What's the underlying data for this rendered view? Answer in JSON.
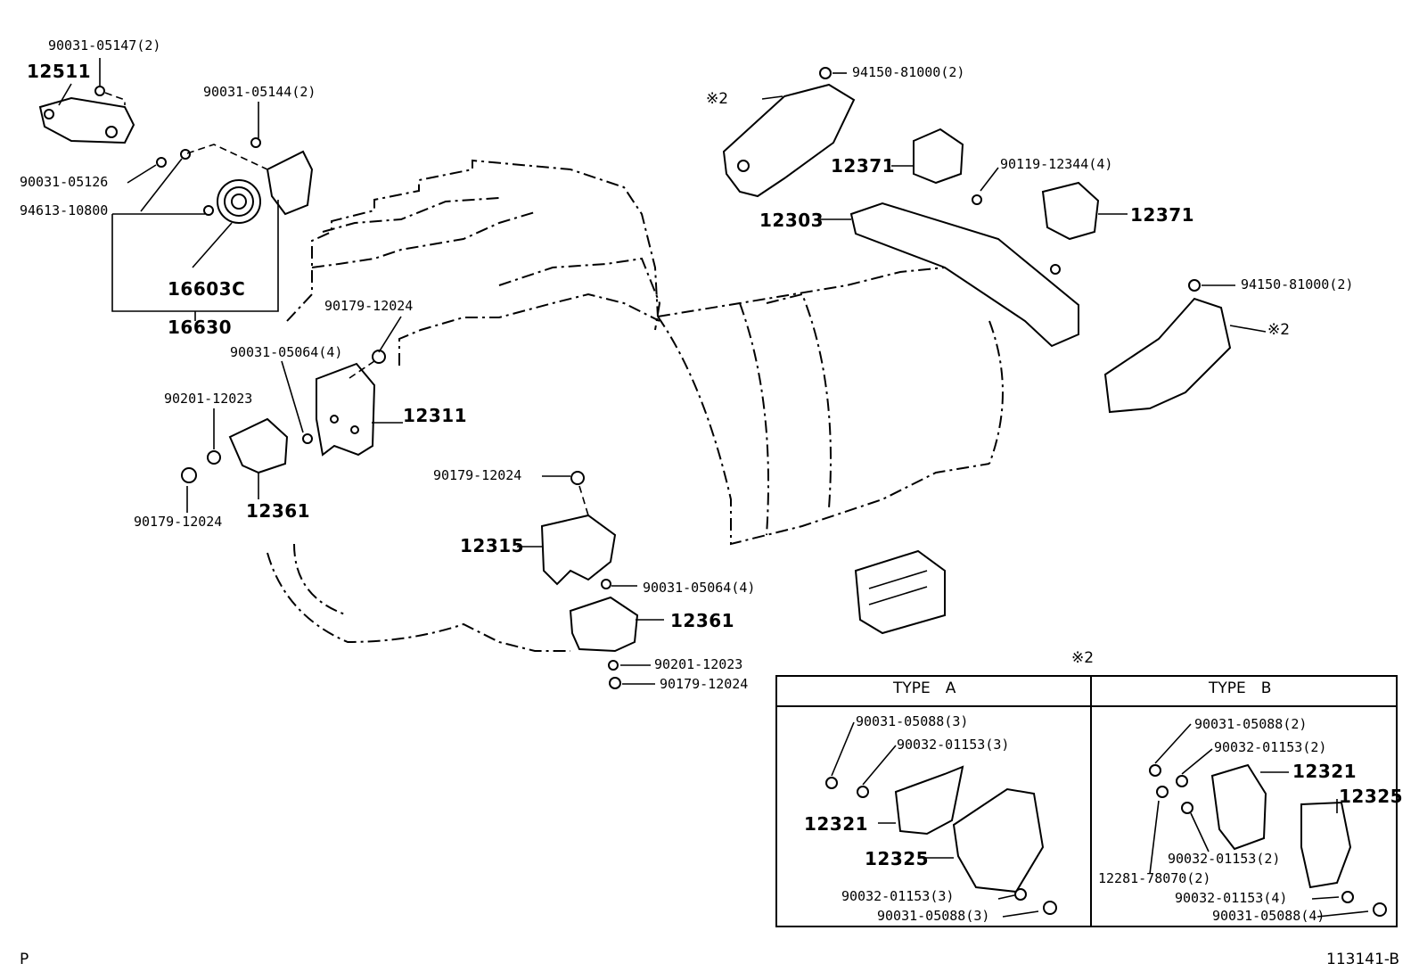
{
  "labels": {
    "p90031_05147": "90031-05147(2)",
    "p12511": "12511",
    "p90031_05144": "90031-05144(2)",
    "p90031_05126": "90031-05126",
    "p94613_10800": "94613-10800",
    "p16603c": "16603C",
    "p16630": "16630",
    "p90179_12024_a": "90179-12024",
    "p90031_05064_a": "90031-05064(4)",
    "p12311": "12311",
    "p90201_12023_a": "90201-12023",
    "p90179_12024_b": "90179-12024",
    "p12361_a": "12361",
    "p90179_12024_c": "90179-12024",
    "p12315": "12315",
    "p90031_05064_b": "90031-05064(4)",
    "p12361_b": "12361",
    "p90201_12023_b": "90201-12023",
    "p90179_12024_d": "90179-12024",
    "p94150_81000_a": "94150-81000(2)",
    "p_mark2_a": "※2",
    "p12371_a": "12371",
    "p90119_12344": "90119-12344(4)",
    "p12371_b": "12371",
    "p12303": "12303",
    "p94150_81000_b": "94150-81000(2)",
    "p_mark2_b": "※2",
    "p_mark2_box": "※2"
  },
  "type_a": {
    "title": "TYPE　A",
    "p90031_05088_3a": "90031-05088(3)",
    "p90032_01153_3a": "90032-01153(3)",
    "p12321": "12321",
    "p12325": "12325",
    "p90032_01153_3b": "90032-01153(3)",
    "p90031_05088_3b": "90031-05088(3)"
  },
  "type_b": {
    "title": "TYPE　B",
    "p90031_05088_2": "90031-05088(2)",
    "p90032_01153_2a": "90032-01153(2)",
    "p12321": "12321",
    "p12325": "12325",
    "p90032_01153_2b": "90032-01153(2)",
    "p12281_78070": "12281-78070(2)",
    "p90032_01153_4": "90032-01153(4)",
    "p90031_05088_4": "90031-05088(4)"
  },
  "footer": {
    "left": "P",
    "right": "113141-B"
  }
}
